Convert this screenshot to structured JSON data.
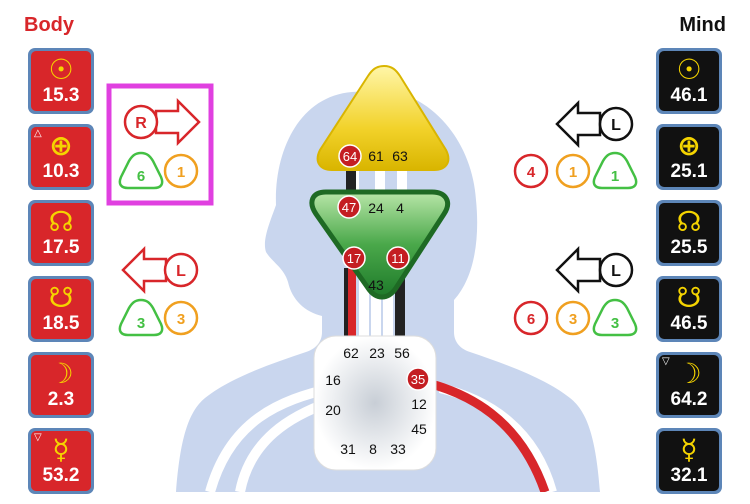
{
  "headers": {
    "body": "Body",
    "mind": "Mind"
  },
  "colors": {
    "body_red": "#d8262a",
    "mind_black": "#111111",
    "glyph_yellow": "#f5d400",
    "border_blue": "#5d86b8",
    "highlight_magenta": "#e040e0"
  },
  "body_column": [
    {
      "icon": "sun-icon",
      "glyph": "☉",
      "value": "15.3",
      "marker": ""
    },
    {
      "icon": "earth-icon",
      "glyph": "⊕",
      "value": "10.3",
      "marker": "△"
    },
    {
      "icon": "north-node-icon",
      "glyph": "☊",
      "value": "17.5",
      "marker": ""
    },
    {
      "icon": "south-node-icon",
      "glyph": "☋",
      "value": "18.5",
      "marker": ""
    },
    {
      "icon": "moon-icon",
      "glyph": "☽",
      "value": "2.3",
      "marker": ""
    },
    {
      "icon": "mercury-icon",
      "glyph": "☿",
      "value": "53.2",
      "marker": "▽"
    }
  ],
  "mind_column": [
    {
      "icon": "sun-icon",
      "glyph": "☉",
      "value": "46.1",
      "marker": ""
    },
    {
      "icon": "earth-icon",
      "glyph": "⊕",
      "value": "25.1",
      "marker": ""
    },
    {
      "icon": "north-node-icon",
      "glyph": "☊",
      "value": "25.5",
      "marker": ""
    },
    {
      "icon": "south-node-icon",
      "glyph": "☋",
      "value": "46.5",
      "marker": ""
    },
    {
      "icon": "moon-icon",
      "glyph": "☽",
      "value": "64.2",
      "marker": "▽"
    },
    {
      "icon": "mercury-icon",
      "glyph": "☿",
      "value": "32.1",
      "marker": ""
    }
  ],
  "variables": {
    "top_left": {
      "arrow_letter": "R",
      "tri": "6",
      "circle": "1"
    },
    "bottom_left": {
      "arrow_letter": "L",
      "tri": "3",
      "circle": "3"
    },
    "top_right": {
      "arrow_letter": "L",
      "red_circle": "4",
      "circle": "1",
      "tri": "1"
    },
    "bottom_right": {
      "arrow_letter": "L",
      "red_circle": "6",
      "circle": "3",
      "tri": "3"
    }
  },
  "centers": {
    "head": {
      "g64": "64",
      "g61": "61",
      "g63": "63"
    },
    "ajna": {
      "g47": "47",
      "g24": "24",
      "g4": "4",
      "g17": "17",
      "g11": "11",
      "g43": "43"
    },
    "throat": {
      "g62": "62",
      "g23": "23",
      "g56": "56",
      "g16": "16",
      "g35": "35",
      "g20": "20",
      "g12": "12",
      "g45": "45",
      "g31": "31",
      "g8": "8",
      "g33": "33"
    }
  }
}
